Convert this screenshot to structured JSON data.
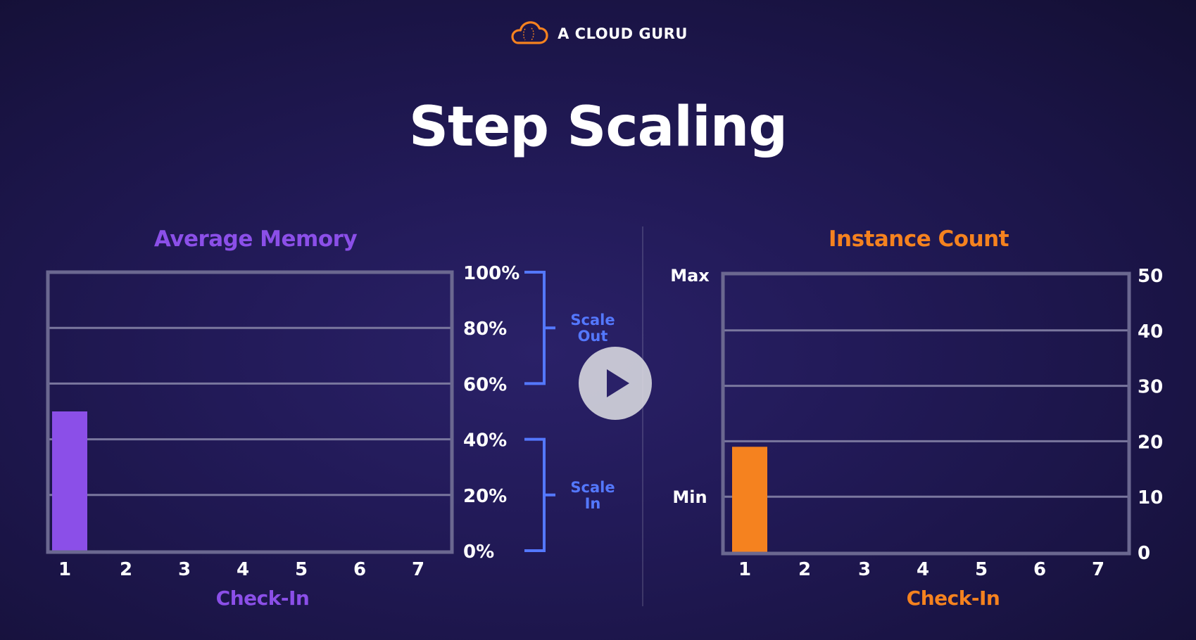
{
  "header": {
    "logo_text": "A CLOUD GURU",
    "logo_icon": "cloud-icon"
  },
  "title": "Step Scaling",
  "colors": {
    "memory": "#8b4fe8",
    "instance": "#f5821f",
    "bracket": "#5478ff",
    "grid": "#7a779e",
    "frame": "#6b6890",
    "text": "#ffffff"
  },
  "play_button": {
    "icon": "play-icon"
  },
  "chart_data": [
    {
      "type": "bar",
      "title": "Average Memory",
      "xlabel": "Check-In",
      "categories": [
        "1",
        "2",
        "3",
        "4",
        "5",
        "6",
        "7"
      ],
      "series": [
        {
          "values": [
            50,
            null,
            null,
            null,
            null,
            null,
            null
          ]
        }
      ],
      "ylim": [
        0,
        100
      ],
      "yticks": [
        "0%",
        "20%",
        "40%",
        "60%",
        "80%",
        "100%"
      ],
      "axis_side": "right",
      "grid": true,
      "annotations": [
        {
          "label_lines": [
            "Scale",
            "Out"
          ],
          "from_pct": 60,
          "to_pct": 100
        },
        {
          "label_lines": [
            "Scale",
            "In"
          ],
          "from_pct": 0,
          "to_pct": 40
        }
      ]
    },
    {
      "type": "bar",
      "title": "Instance Count",
      "xlabel": "Check-In",
      "categories": [
        "1",
        "2",
        "3",
        "4",
        "5",
        "6",
        "7"
      ],
      "series": [
        {
          "values": [
            19,
            null,
            null,
            null,
            null,
            null,
            null
          ]
        }
      ],
      "ylim": [
        0,
        50
      ],
      "yticks": [
        "0",
        "10",
        "20",
        "30",
        "40",
        "50"
      ],
      "axis_side": "right",
      "grid": true,
      "left_labels": [
        {
          "label": "Max",
          "at": 50
        },
        {
          "label": "Min",
          "at": 10
        }
      ]
    }
  ]
}
